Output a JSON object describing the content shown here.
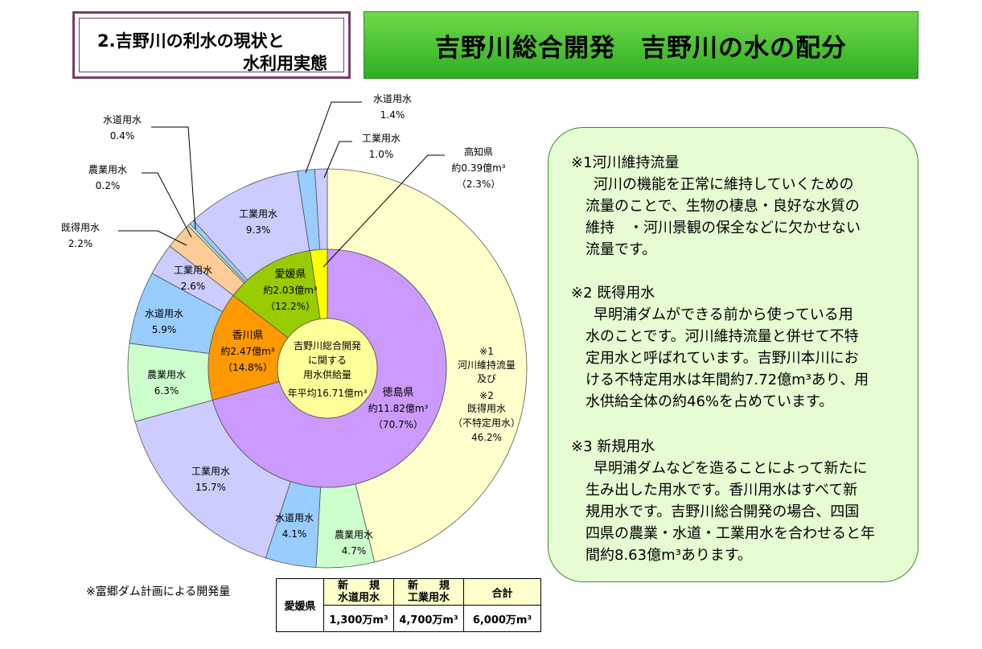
{
  "section_label": {
    "line1": "2.吉野川の利水の現状と",
    "line2": "水利用実態"
  },
  "title": "吉野川総合開発　吉野川の水の配分",
  "center": {
    "line1": "吉野川総合開発",
    "line2": "に関する",
    "line3": "用水供給量",
    "line4": "年平均16.71億m³"
  },
  "colors": {
    "tokushima": "#cc99ff",
    "kagawa": "#ff9900",
    "ehime": "#99cc00",
    "kochi": "#ffff00",
    "center": "#ffff99",
    "water_supply": "#99ccff",
    "industrial": "#ccccff",
    "agricultural": "#ccffcc",
    "existing": "#ffcc99",
    "river": "#ffffcc",
    "notes_bg": "#e6fcd2",
    "title_green": "#33b526"
  },
  "chart_data": {
    "type": "pie",
    "inner_ring": [
      {
        "name": "徳島県",
        "amount": "約11.82億m³",
        "percent": "（70.7%）",
        "value": 70.7
      },
      {
        "name": "香川県",
        "amount": "約2.47億m³",
        "percent": "（14.8%）",
        "value": 14.8
      },
      {
        "name": "愛媛県",
        "amount": "約2.03億m³",
        "percent": "（12.2%）",
        "value": 12.2
      },
      {
        "name": "高知県",
        "amount": "約0.39億m³",
        "percent": "（2.3%）",
        "value": 2.3
      }
    ],
    "outer_ring": [
      {
        "name": "※1 河川維持流量 及び ※2 既得用水（不特定用水）",
        "percent": "46.2%",
        "value": 46.2
      },
      {
        "name": "農業用水",
        "percent": "4.7%",
        "value": 4.7
      },
      {
        "name": "水道用水",
        "percent": "4.1%",
        "value": 4.1
      },
      {
        "name": "工業用水",
        "percent": "15.7%",
        "value": 15.7
      },
      {
        "name": "農業用水",
        "percent": "6.3%",
        "value": 6.3
      },
      {
        "name": "水道用水",
        "percent": "5.9%",
        "value": 5.9
      },
      {
        "name": "工業用水",
        "percent": "2.6%",
        "value": 2.6
      },
      {
        "name": "既得用水",
        "percent": "2.2%",
        "value": 2.2
      },
      {
        "name": "農業用水",
        "percent": "0.2%",
        "value": 0.2
      },
      {
        "name": "水道用水",
        "percent": "0.4%",
        "value": 0.4
      },
      {
        "name": "工業用水",
        "percent": "9.3%",
        "value": 9.3
      },
      {
        "name": "水道用水",
        "percent": "1.4%",
        "value": 1.4
      },
      {
        "name": "工業用水",
        "percent": "1.0%",
        "value": 1.0
      }
    ],
    "river_label": {
      "l1": "※1",
      "l2": "河川維持流量",
      "l3": "及び",
      "l4": "※2",
      "l5": "既得用水",
      "l6": "（不特定用水）",
      "l7": "46.2%"
    }
  },
  "notes": [
    {
      "head": "※1河川維持流量",
      "body": [
        "河川の機能を正常に維持していくための",
        "流量のことで、生物の棲息・良好な水質の",
        "維持　・河川景観の保全などに欠かせない",
        "流量です。"
      ]
    },
    {
      "head": "※2 既得用水",
      "body": [
        "早明浦ダムができる前から使っている用",
        "水のことです。河川維持流量と併せて不特",
        "定用水と呼ばれています。吉野川本川にお",
        "ける不特定用水は年間約7.72億m³あり、用",
        "水供給全体の約46%を占めています。"
      ]
    },
    {
      "head": "※3 新規用水",
      "body": [
        "早明浦ダムなどを造ることによって新たに",
        "生み出した用水です。香川用水はすべて新",
        "規用水です。吉野川総合開発の場合、四国",
        "四県の農業・水道・工業用水を合わせると年",
        "間約8.63億m³あります。"
      ]
    }
  ],
  "footnote": "※富郷ダム計画による開発量",
  "table": {
    "row_header": "愛媛県",
    "col1_l1": "新　　規",
    "col1_l2": "水道用水",
    "col2_l1": "新　　規",
    "col2_l2": "工業用水",
    "col3": "合計",
    "v1": "1,300万m³",
    "v2": "4,700万m³",
    "v3": "6,000万m³"
  }
}
